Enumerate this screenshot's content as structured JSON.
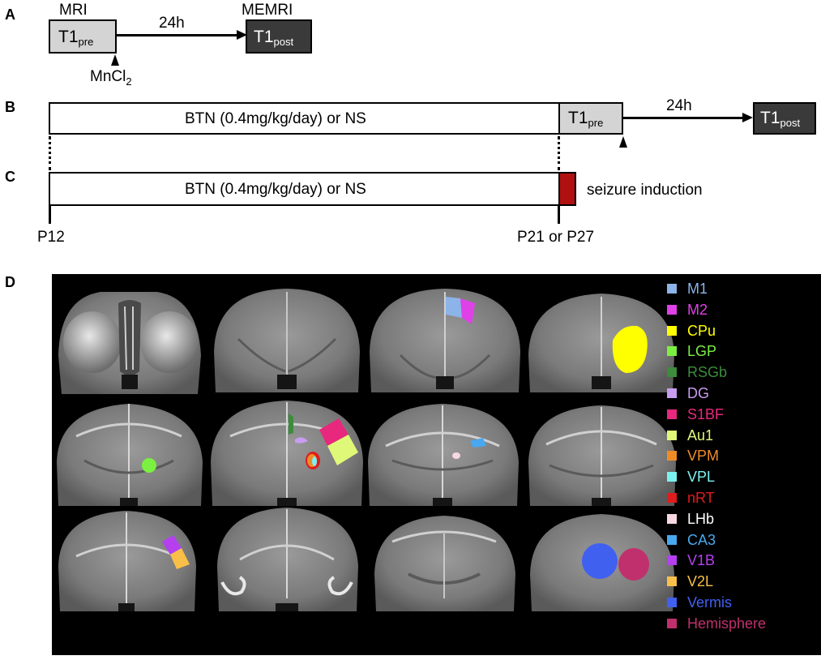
{
  "panel_a": {
    "label": "A",
    "mri_label": "MRI",
    "memri_label": "MEMRI",
    "t1_main": "T1",
    "pre_sub": "pre",
    "post_sub": "post",
    "interval": "24h",
    "mncl_main": "MnCl",
    "mncl_sub": "2"
  },
  "panel_b": {
    "label": "B",
    "treatment": "BTN (0.4mg/kg/day) or NS",
    "t1_main": "T1",
    "pre_sub": "pre",
    "post_sub": "post",
    "interval": "24h"
  },
  "panel_c": {
    "label": "C",
    "treatment": "BTN (0.4mg/kg/day) or NS",
    "seizure": "seizure induction",
    "start_age": "P12",
    "end_age": "P21 or P27"
  },
  "panel_d": {
    "label": "D",
    "legend": [
      {
        "name": "M1",
        "color": "#8cb4e8"
      },
      {
        "name": "M2",
        "color": "#e040e8"
      },
      {
        "name": "CPu",
        "color": "#ffff00"
      },
      {
        "name": "LGP",
        "color": "#7cf040"
      },
      {
        "name": "RSGb",
        "color": "#3c8c3c"
      },
      {
        "name": "DG",
        "color": "#c89cf0"
      },
      {
        "name": "S1BF",
        "color": "#e8287c"
      },
      {
        "name": "Au1",
        "color": "#e0f878"
      },
      {
        "name": "VPM",
        "color": "#f08c28"
      },
      {
        "name": "VPL",
        "color": "#7cf0f0"
      },
      {
        "name": "nRT",
        "color": "#e01c1c"
      },
      {
        "name": "LHb",
        "color": "#f8d8e0"
      },
      {
        "name": "CA3",
        "color": "#48a8f0"
      },
      {
        "name": "V1B",
        "color": "#b440f0"
      },
      {
        "name": "V2L",
        "color": "#f8c048"
      },
      {
        "name": "Vermis",
        "color": "#4060f0"
      },
      {
        "name": "Hemisphere",
        "color": "#c0306c"
      }
    ],
    "legend_text_colors": {
      "M1": "#8cb4e8",
      "M2": "#e040e8",
      "CPu": "#ffff00",
      "LGP": "#7cf040",
      "RSGb": "#3c8c3c",
      "DG": "#c89cf0",
      "S1BF": "#e8287c",
      "Au1": "#e0f878",
      "VPM": "#f08c28",
      "VPL": "#7cf0f0",
      "nRT": "#e01c1c",
      "LHb": "#ffffff",
      "CA3": "#48a8f0",
      "V1B": "#b440f0",
      "V2L": "#f8c048",
      "Vermis": "#4060f0",
      "Hemisphere": "#c0306c"
    }
  }
}
